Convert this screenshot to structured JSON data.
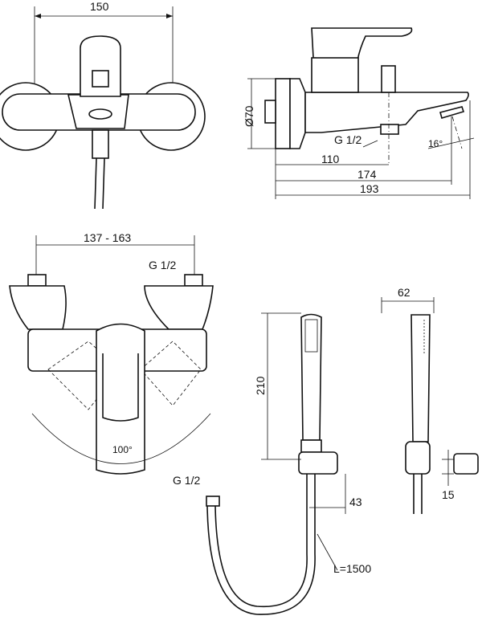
{
  "dimensions": {
    "front_width": "150",
    "flange_diameter": "Ø70",
    "thread_spout": "G 1/2",
    "spout_angle": "16°",
    "depth_outlet": "110",
    "depth_spout": "174",
    "depth_total": "193",
    "center_distance": "137 - 163",
    "thread_inlet": "G 1/2",
    "lever_angle": "100°",
    "shower_height": "210",
    "holder_width": "62",
    "holder_offset": "43",
    "holder_depth": "15",
    "thread_hose": "G 1/2",
    "hose_length": "L=1500"
  }
}
